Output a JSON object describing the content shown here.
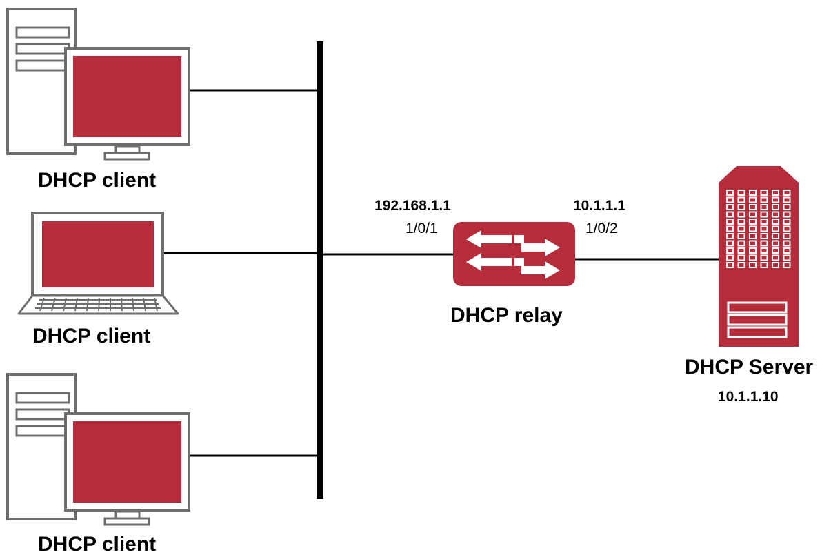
{
  "diagram": {
    "clients": [
      {
        "device": "desktop-computer-icon",
        "label": "DHCP client"
      },
      {
        "device": "laptop-icon",
        "label": "DHCP client"
      },
      {
        "device": "desktop-computer-icon",
        "label": "DHCP client"
      }
    ],
    "relay": {
      "device": "switch-icon",
      "label": "DHCP relay",
      "left_port": {
        "ip": "192.168.1.1",
        "port": "1/0/1"
      },
      "right_port": {
        "ip": "10.1.1.1",
        "port": "1/0/2"
      }
    },
    "server": {
      "device": "server-rack-icon",
      "label": "DHCP Server",
      "ip": "10.1.1.10"
    },
    "colors": {
      "device_red": "#b52d3a",
      "device_gray": "#6d6e70",
      "line": "#000000"
    }
  }
}
